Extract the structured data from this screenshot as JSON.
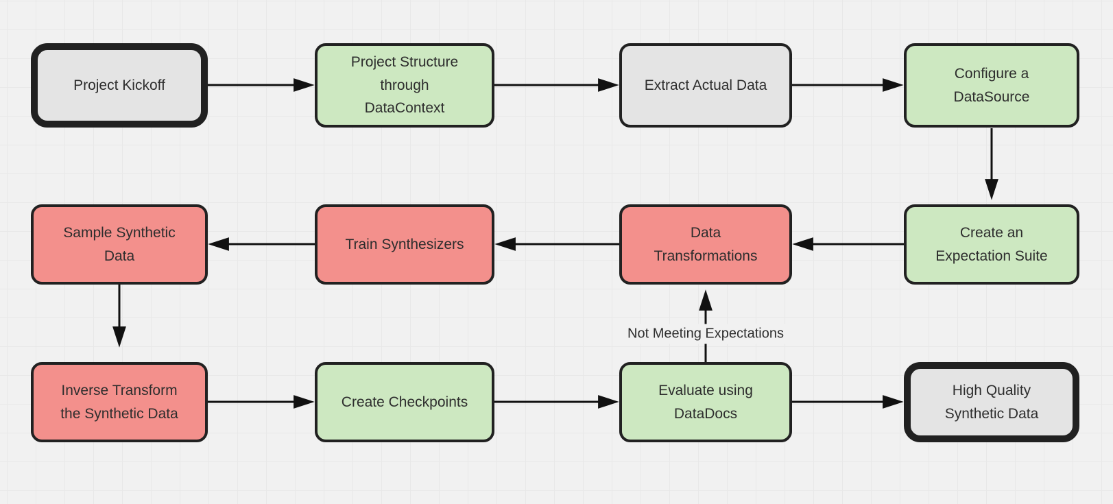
{
  "diagram": {
    "type": "flowchart",
    "title": "",
    "nodes": [
      {
        "id": "project-kickoff",
        "label": "Project Kickoff",
        "color": "gray",
        "style": "thick-border"
      },
      {
        "id": "project-structure",
        "label": "Project Structure\nthrough\nDataContext",
        "color": "green",
        "style": "normal"
      },
      {
        "id": "extract-actual-data",
        "label": "Extract Actual Data",
        "color": "gray",
        "style": "normal"
      },
      {
        "id": "configure-a-datasource",
        "label": "Configure a\nDataSource",
        "color": "green",
        "style": "normal"
      },
      {
        "id": "create-an-expectation-suite",
        "label": "Create an\nExpectation Suite",
        "color": "green",
        "style": "normal"
      },
      {
        "id": "data-transformations",
        "label": "Data\nTransformations",
        "color": "red",
        "style": "normal"
      },
      {
        "id": "train-synthesizers",
        "label": "Train Synthesizers",
        "color": "red",
        "style": "normal"
      },
      {
        "id": "sample-synthetic-data",
        "label": "Sample Synthetic\nData",
        "color": "red",
        "style": "normal"
      },
      {
        "id": "inverse-transform",
        "label": "Inverse Transform\nthe Synthetic Data",
        "color": "red",
        "style": "normal"
      },
      {
        "id": "create-checkpoints",
        "label": "Create Checkpoints",
        "color": "green",
        "style": "normal"
      },
      {
        "id": "evaluate-using-datadocs",
        "label": "Evaluate using\nDataDocs",
        "color": "green",
        "style": "normal"
      },
      {
        "id": "high-quality-synthetic-data",
        "label": "High Quality\nSynthetic Data",
        "color": "gray",
        "style": "thick-border"
      }
    ],
    "edges": [
      {
        "from": "project-kickoff",
        "to": "project-structure",
        "label": ""
      },
      {
        "from": "project-structure",
        "to": "extract-actual-data",
        "label": ""
      },
      {
        "from": "extract-actual-data",
        "to": "configure-a-datasource",
        "label": ""
      },
      {
        "from": "configure-a-datasource",
        "to": "create-an-expectation-suite",
        "label": ""
      },
      {
        "from": "create-an-expectation-suite",
        "to": "data-transformations",
        "label": ""
      },
      {
        "from": "data-transformations",
        "to": "train-synthesizers",
        "label": ""
      },
      {
        "from": "train-synthesizers",
        "to": "sample-synthetic-data",
        "label": ""
      },
      {
        "from": "sample-synthetic-data",
        "to": "inverse-transform",
        "label": ""
      },
      {
        "from": "inverse-transform",
        "to": "create-checkpoints",
        "label": ""
      },
      {
        "from": "create-checkpoints",
        "to": "evaluate-using-datadocs",
        "label": ""
      },
      {
        "from": "evaluate-using-datadocs",
        "to": "high-quality-synthetic-data",
        "label": ""
      },
      {
        "from": "evaluate-using-datadocs",
        "to": "data-transformations",
        "label": "Not Meeting Expectations"
      }
    ]
  },
  "colors": {
    "background": "#f1f1f1",
    "grid": "#e8e8e8",
    "green": "#cde8c1",
    "red": "#f3908c",
    "gray": "#e4e4e4",
    "border": "#212121",
    "arrow": "#111111",
    "text": "#2d2d2d"
  }
}
